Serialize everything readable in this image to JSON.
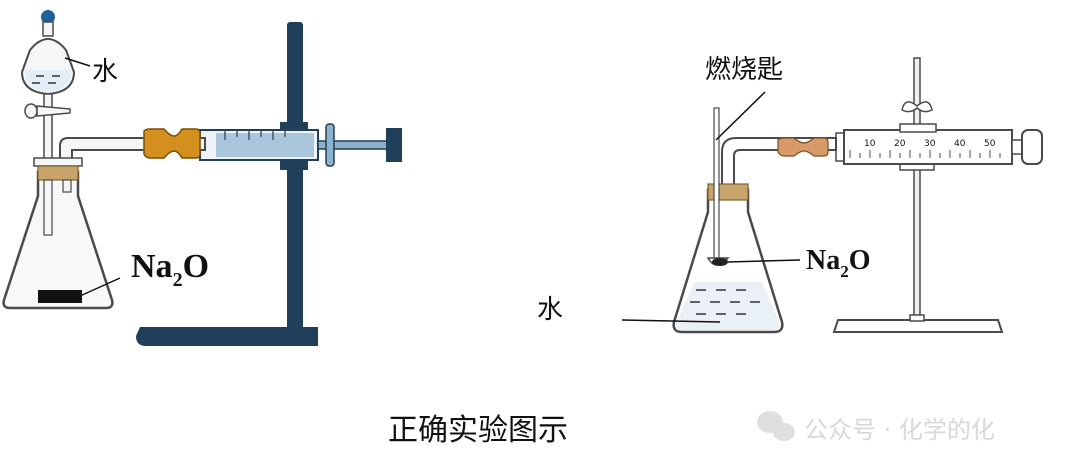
{
  "left_setup": {
    "water_label": "水",
    "substance": "Na",
    "substance_subscript": "2",
    "substance_suffix": "O"
  },
  "right_setup": {
    "spoon_label": "燃烧匙",
    "water_label": "水",
    "substance": "Na",
    "substance_subscript": "2",
    "substance_suffix": "O",
    "syringe_scale": [
      "10",
      "20",
      "30",
      "40",
      "50"
    ]
  },
  "caption": "正确实验图示",
  "watermark": "公众号 · 化学的化",
  "colors": {
    "stand": "#1f3f5b",
    "glass": "#4a4a4a",
    "stopper": "#c8a46a",
    "rubber_tube": "#d4901e",
    "syringe_liquid": "#a9c6dc",
    "water": "#e9f1f6"
  }
}
